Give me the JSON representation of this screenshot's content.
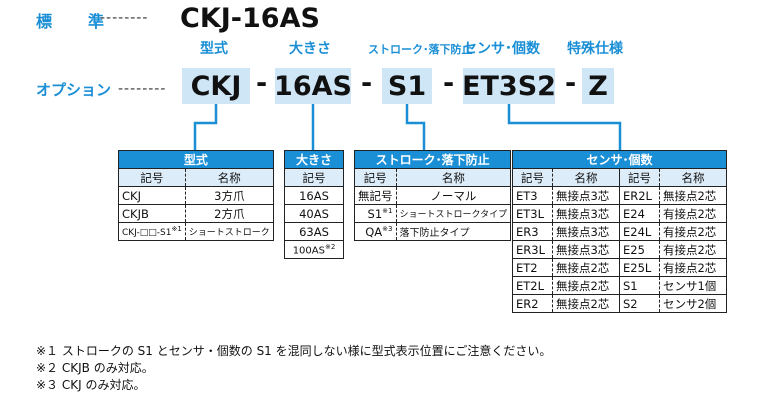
{
  "header": {
    "standard_label": "標　準",
    "option_label": "オプション",
    "dashes": "--------",
    "standard_code": "CKJ-16AS"
  },
  "categories": {
    "model": "型式",
    "size": "大きさ",
    "stroke": "ストローク･落下防止",
    "sensor": "センサ･個数",
    "special": "特殊仕様"
  },
  "option_code": {
    "model": "CKJ",
    "size": "16AS",
    "stroke": "S1",
    "sensor": "ET3S2",
    "special": "Z",
    "separator": "-"
  },
  "tables": {
    "model": {
      "title": "型式",
      "col_symbol": "記号",
      "col_name": "名称",
      "rows": [
        {
          "symbol": "CKJ",
          "name": "3方爪"
        },
        {
          "symbol": "CKJB",
          "name": "2方爪"
        },
        {
          "symbol": "CKJ-□□-S1",
          "mark": "※1",
          "name": "ショートストローク"
        }
      ]
    },
    "size": {
      "title": "大きさ",
      "col_symbol": "記号",
      "rows": [
        {
          "symbol": "16AS"
        },
        {
          "symbol": "40AS"
        },
        {
          "symbol": "63AS"
        },
        {
          "symbol": "100AS",
          "mark": "※2"
        }
      ]
    },
    "stroke": {
      "title": "ストローク･落下防止",
      "col_symbol": "記号",
      "col_name": "名称",
      "rows": [
        {
          "symbol": "無記号",
          "name": "ノーマル"
        },
        {
          "symbol": "S1",
          "mark": "※1",
          "name": "ショートストロークタイプ"
        },
        {
          "symbol": "QA",
          "mark": "※3",
          "name": "落下防止タイプ"
        }
      ]
    },
    "sensor": {
      "title": "センサ･個数",
      "col_symbol": "記号",
      "col_name": "名称",
      "rows": [
        {
          "s1": "ET3",
          "n1": "無接点3芯",
          "s2": "ER2L",
          "n2": "無接点2芯"
        },
        {
          "s1": "ET3L",
          "n1": "無接点3芯",
          "s2": "E24",
          "n2": "有接点2芯"
        },
        {
          "s1": "ER3",
          "n1": "無接点3芯",
          "s2": "E24L",
          "n2": "有接点2芯"
        },
        {
          "s1": "ER3L",
          "n1": "無接点3芯",
          "s2": "E25",
          "n2": "有接点2芯"
        },
        {
          "s1": "ET2",
          "n1": "無接点2芯",
          "s2": "E25L",
          "n2": "有接点2芯"
        },
        {
          "s1": "ET2L",
          "n1": "無接点2芯",
          "s2": "S1",
          "n2": "センサ1個"
        },
        {
          "s1": "ER2",
          "n1": "無接点2芯",
          "s2": "S2",
          "n2": "センサ2個"
        }
      ]
    }
  },
  "notes": [
    "※１ ストロークの S1 とセンサ・個数の S1 を混同しない様に型式表示位置にご注意ください。",
    "※２ CKJB のみ対応。",
    "※３ CKJ のみ対応。"
  ],
  "colors": {
    "accent": "#1a8fd6",
    "code_bg": "#cfe6f7",
    "subheader_bg": "#dcecf8"
  }
}
